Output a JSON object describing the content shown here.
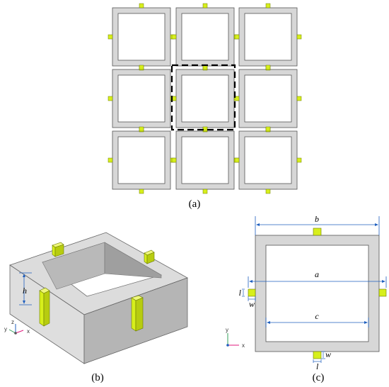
{
  "captions": {
    "a": "(a)",
    "b": "(b)",
    "c": "(c)"
  },
  "dims": {
    "a": "a",
    "b": "b",
    "c": "c",
    "h": "h",
    "w": "w",
    "l": "l"
  },
  "axes": {
    "x": "x",
    "y": "y",
    "z": "z"
  },
  "colors": {
    "frame_fill": "#d7d7d7",
    "frame_stroke": "#555555",
    "connector": "#d7ef1c",
    "connector_stroke": "#6b7a00",
    "dim_line": "#1f5fbf",
    "axis_x": "#e0197d",
    "axis_y": "#33a05a",
    "axis_z": "#1f5fbf"
  }
}
